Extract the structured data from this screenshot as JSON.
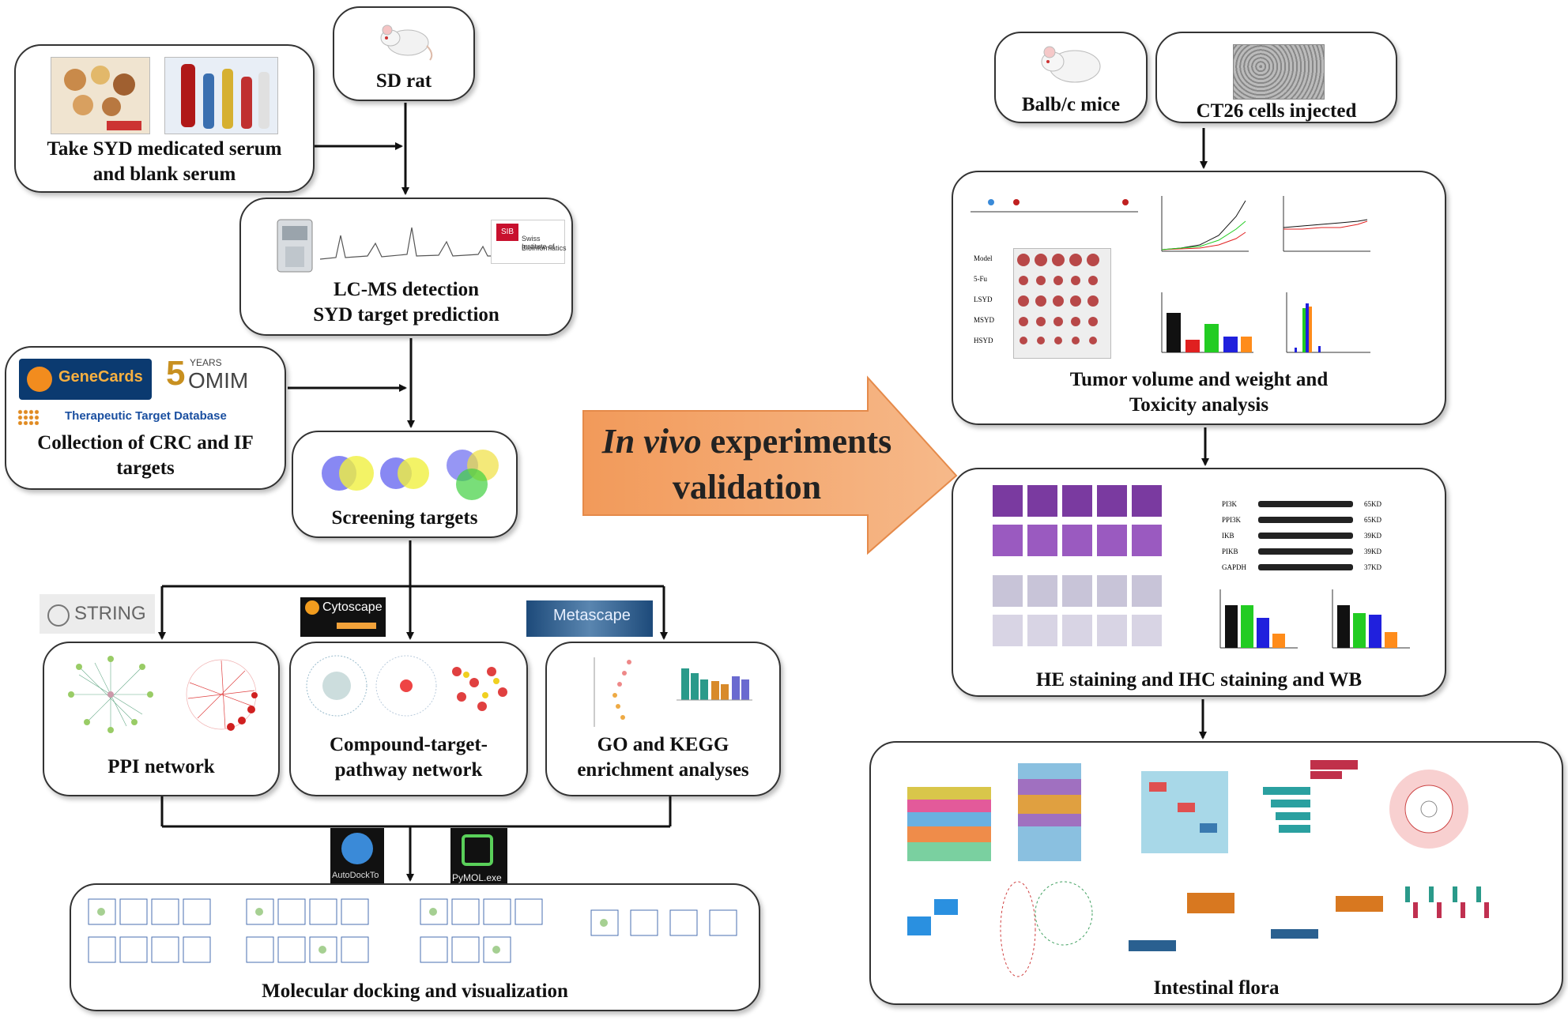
{
  "left_pipeline": {
    "sd_rat": "SD rat",
    "serum": [
      "Take SYD medicated serum",
      "and blank serum"
    ],
    "lcms": [
      "LC-MS detection",
      "SYD target prediction"
    ],
    "collection": [
      "Collection of CRC and IF",
      "targets"
    ],
    "screening": "Screening targets",
    "ppi": "PPI network",
    "compound": [
      "Compound-target-",
      "pathway network"
    ],
    "go_kegg": [
      "GO and KEGG",
      "enrichment analyses"
    ],
    "docking": "Molecular docking and visualization"
  },
  "logos": {
    "sib": "SIB",
    "sib_sub": [
      "Swiss Institute of",
      "Bioinformatics"
    ],
    "genecards": "GeneCards",
    "omim_years": "YEARS",
    "omim": "OMIM",
    "ttd": "Therapeutic Target Database",
    "string": "STRING",
    "cytoscape": "Cytoscape",
    "metascape": "Metascape",
    "autodock": "AutoDockTo",
    "pymol": "PyMOL.exe"
  },
  "center_arrow": {
    "line1_italic": "In vivo",
    "line1_rest": " experiments",
    "line2": "validation"
  },
  "right_pipeline": {
    "balbc": "Balb/c mice",
    "ct26": "CT26 cells injected",
    "tumor": [
      "Tumor volume and weight and",
      "Toxicity analysis"
    ],
    "he": "HE staining and IHC staining and WB",
    "flora": "Intestinal flora"
  },
  "tumor_groups": [
    "Model",
    "5-Fu",
    "LSYD",
    "MSYD",
    "HSYD"
  ],
  "wb_proteins": [
    "PI3K",
    "PPI3K",
    "IKB",
    "PIKB",
    "GAPDH"
  ],
  "wb_sizes": [
    "65KD",
    "65KD",
    "39KD",
    "39KD",
    "37KD"
  ],
  "colors": {
    "arrow": "#f0a060",
    "border": "#333333",
    "bar_black": "#111111",
    "bar_red": "#e02020",
    "bar_green": "#22cc22",
    "bar_blue": "#2020dd",
    "bar_orange": "#ff8c1a"
  }
}
